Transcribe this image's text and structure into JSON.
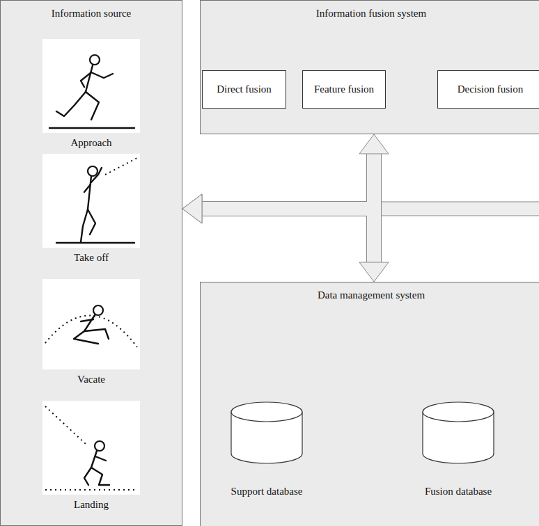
{
  "diagram": {
    "nodes": [
      {
        "text": [
          "Information source"
        ]
      },
      {
        "text": [
          "Approach"
        ],
        "in": 0
      },
      {
        "text": [
          "Take off"
        ],
        "in": 0
      },
      {
        "text": [
          "Vacate"
        ],
        "in": 0
      },
      {
        "text": [
          "Landing"
        ],
        "in": 0
      },
      {
        "text": [
          "Information fusion system"
        ]
      },
      {
        "text": [
          "Direct fusion"
        ],
        "in": 5
      },
      {
        "text": [
          "Feature fusion"
        ],
        "in": 5
      },
      {
        "text": [
          "Decision fusion"
        ],
        "in": 5
      },
      {
        "text": [
          "Data management system"
        ]
      },
      {
        "text": [
          "Support database"
        ],
        "in": 9
      },
      {
        "text": [
          "Fusion database"
        ],
        "in": 9
      }
    ],
    "edges": [
      {
        "from": 5,
        "to": 0,
        "arrow": "both"
      },
      {
        "from": 9,
        "to": 0,
        "arrow": "both"
      }
    ]
  }
}
